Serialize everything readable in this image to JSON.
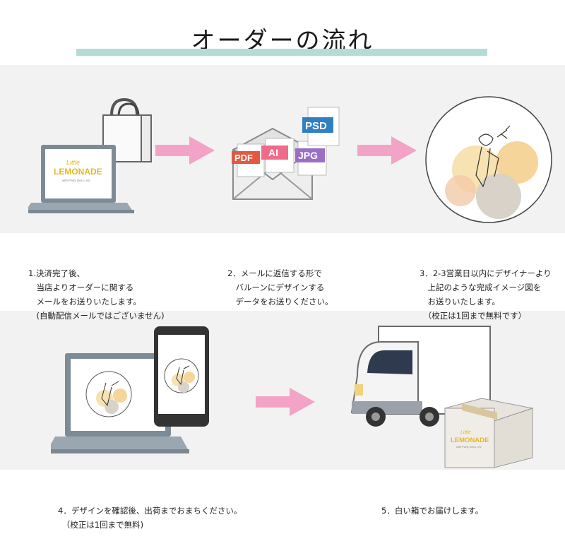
{
  "title": "オーダーの流れ",
  "brand": {
    "name_small": "Little",
    "name_big": "LEMONADE",
    "tagline": "with Party Deco, etc"
  },
  "files": [
    "PDF",
    "AI",
    "JPG",
    "PSD"
  ],
  "steps": [
    {
      "lines": [
        "1.決済完了後、",
        "　当店よりオーダーに関する",
        "　メールをお送りいたします。",
        "　(自動配信メールではございません)"
      ]
    },
    {
      "lines": [
        "2．メールに返信する形で",
        "　バルーンにデザインする",
        "　データをお送りください。"
      ]
    },
    {
      "lines": [
        "3．2-3営業日以内にデザイナーより",
        "　上記のような完成イメージ図を",
        "　お送りいたします。",
        "　（校正は1回まで無料です）"
      ]
    },
    {
      "lines": [
        "4．デザインを確認後、出荷までおまちください。",
        "　（校正は1回まで無料)"
      ]
    },
    {
      "lines": [
        "5．白い箱でお届けします。"
      ]
    }
  ],
  "colors": {
    "accent_bar": "#b3dcd7",
    "arrow": "#f3a3c6",
    "band": "#f2f2f2",
    "lemon": "#e9c532"
  }
}
